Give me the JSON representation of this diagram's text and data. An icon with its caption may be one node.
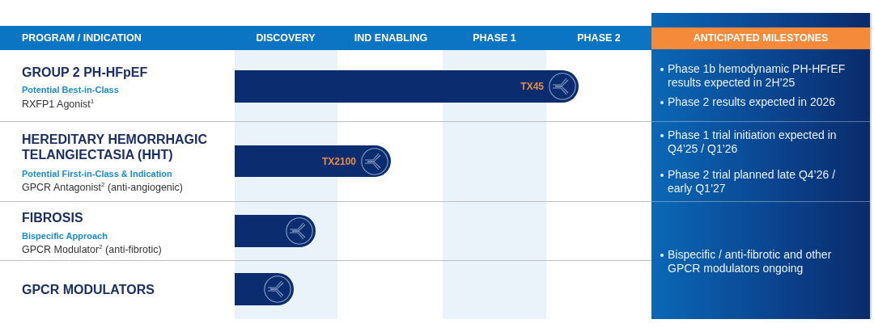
{
  "diagram": {
    "nodes": [
      {
        "text": [
          "TX45"
        ]
      },
      {
        "text": [
          "TX2100"
        ]
      },
      {
        "text": [],
        "shape": "bar"
      },
      {
        "text": [],
        "shape": "bar"
      }
    ],
    "labels": [
      "PROGRAM / INDICATION",
      "DISCOVERY",
      "IND ENABLING",
      "PHASE 1",
      "PHASE 2",
      "ANTICIPATED MILESTONES",
      "GROUP 2 PH-HFpEF",
      "Potential Best-in-Class",
      "RXFP1 Agonist$^{1}$",
      "Phase 1b hemodynamic PH-HFrEF results expected in 2H’25",
      "Phase 2 results expected in 2026",
      "HEREDITARY HEMORRHAGIC TELANGIECTASIA (HHT)",
      "Potential First-in-Class & Indication",
      "GPCR Antagonist$^{2}$ (anti-angiogenic)",
      "Phase 1 trial initiation expected in Q4’25 / Q1’26",
      "Phase 2 trial planned late Q4’26 / early Q1’27",
      "FIBROSIS",
      "Bispecific Approach",
      "GPCR Modulator$^{2}$ (anti-fibrotic)",
      "GPCR MODULATORS",
      "Bispecific / anti-fibrotic and other GPCR modulators ongoing"
    ]
  }
}
